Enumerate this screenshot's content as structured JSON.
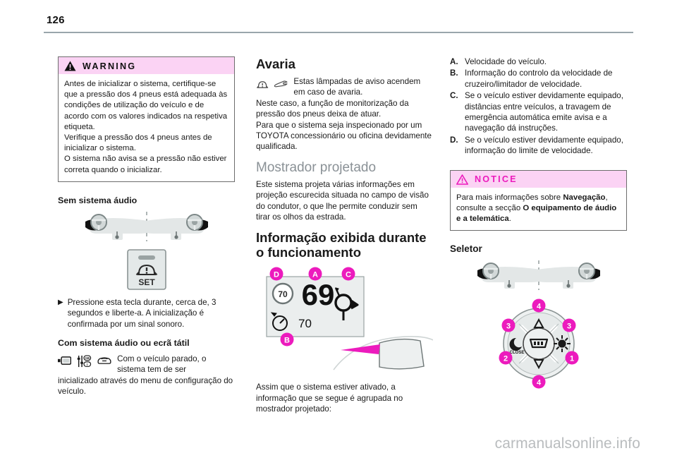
{
  "page": {
    "number": "126",
    "watermark": "carmanualsonline.info"
  },
  "column_left": {
    "warning_box": {
      "label": "WARNING",
      "icon": "warning-triangle-icon",
      "lines": [
        "Antes de inicializar o sistema, certifique-se",
        "que a pressão dos 4 pneus está adequada às",
        "condições de utilização do veículo e de",
        "acordo com os valores indicados na respetiva",
        "etiqueta.",
        "Verifique a pressão dos 4 pneus antes de",
        "inicializar o sistema.",
        "O sistema não avisa se a pressão não estiver",
        "correta quando o inicializar."
      ]
    },
    "no_audio_heading": "Sem sistema áudio",
    "steering_figure": {
      "icon": "steering-wheel-lhd-rhd-figure",
      "set_button_label": "SET",
      "set_button_icon": "tpms-set-button-icon"
    },
    "instruction_bullet": {
      "arrow": "▶",
      "text": "Pressione esta tecla durante, cerca de, 3 segundos e liberte-a. A inicialização é confirmada por um sinal sonoro."
    },
    "with_audio_heading": "Com sistema áudio ou ecrã tátil",
    "with_audio_icons": [
      "display-screen-icon",
      "settings-sliders-icon",
      "vehicle-front-icon"
    ],
    "with_audio_text_inline": "Com o veículo parado, o sistema tem de ser",
    "with_audio_text_rest": "inicializado através do menu de configuração do veículo."
  },
  "column_middle": {
    "fault_heading": "Avaria",
    "fault_icons": [
      "tpms-warning-lamp-icon",
      "wrench-service-icon"
    ],
    "fault_inline_text": "Estas lâmpadas de aviso acendem em caso de avaria.",
    "fault_body": "Neste caso, a função de monitorização da pressão dos pneus deixa de atuar.\nPara que o sistema seja inspecionado por um TOYOTA concessionário ou oficina devidamente qualificada.",
    "hud_heading": "Mostrador projetado",
    "hud_body": "Este sistema projeta várias informações em projeção escurecida situada no campo de visão do condutor, o que lhe permite conduzir sem tirar os olhos da estrada.",
    "operating_heading": "Informação exibida durante o funcionamento",
    "hud_figure": {
      "icon": "head-up-display-figure",
      "speed_value": "69",
      "speed_limit_value": "70",
      "cruise_value": "70",
      "callouts": [
        "D",
        "A",
        "C",
        "B"
      ],
      "nav_icon": "roundabout-navigation-icon",
      "cruise_icon": "cruise-control-icon"
    },
    "after_figure_text": "Assim que o sistema estiver ativado, a informação que se segue é agrupada no mostrador projetado:"
  },
  "column_right": {
    "legend": [
      {
        "marker": "A.",
        "text": "Velocidade do veículo."
      },
      {
        "marker": "B.",
        "text": "Informação do controlo da velocidade de cruzeiro/limitador de velocidade."
      },
      {
        "marker": "C.",
        "text": "Se o veículo estiver devidamente equipado, distâncias entre veículos, a travagem de emergência automática emite avisa e a navegação dá instruções."
      },
      {
        "marker": "D.",
        "text": "Se o veículo estiver devidamente equipado, informação do limite de velocidade."
      }
    ],
    "notice_box": {
      "label": "NOTICE",
      "icon": "notice-triangle-icon",
      "text_part_1": "Para mais informações sobre ",
      "bold_1": "Navegação",
      "text_part_2": ", consulte a secção ",
      "bold_2": "O equipamento de áudio e a telemática",
      "text_part_3": "."
    },
    "selector_heading": "Seletor",
    "selector_figure": {
      "steering_icon": "steering-wheel-lhd-rhd-figure",
      "rotary_icon": "hud-rotary-selector-figure",
      "callouts": [
        "1",
        "2",
        "3",
        "3",
        "4",
        "4"
      ],
      "center_icon": "hud-screen-icon",
      "dim_icon": "moon-dim-icon",
      "bright_icon": "sun-brightness-icon",
      "up_icon": "triangle-up-icon",
      "down_icon": "triangle-down-icon"
    }
  },
  "colors": {
    "accent_magenta": "#ec1bbd",
    "admon_pink": "#fbd3f4",
    "heading_gray": "#8a9196",
    "rule_gray": "#9aa6ab"
  }
}
